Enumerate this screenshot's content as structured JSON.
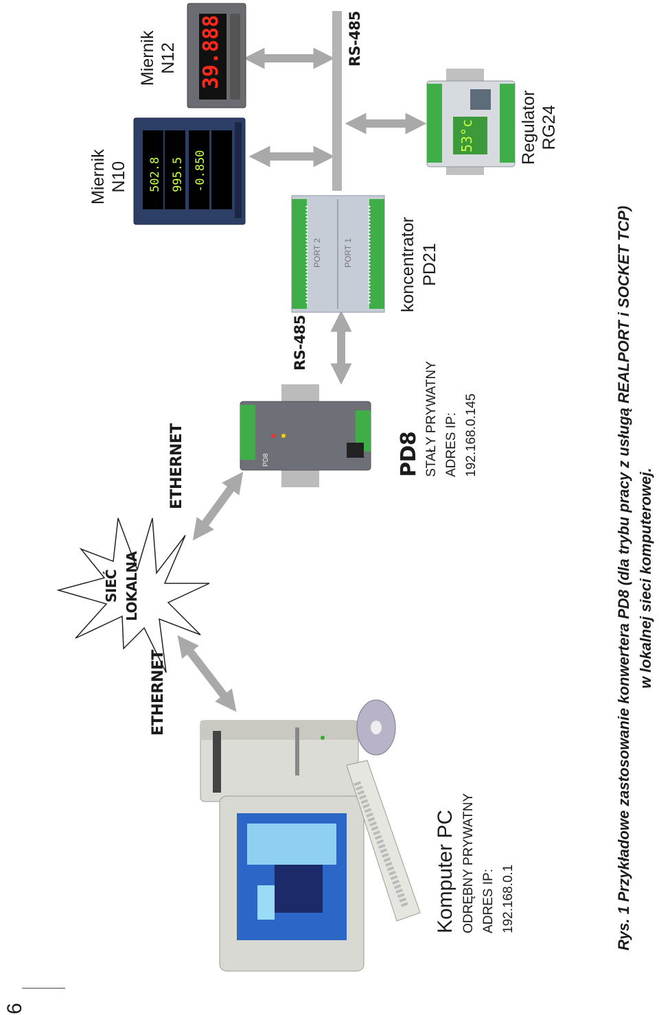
{
  "page_number": "6",
  "labels": {
    "ethernet_left": "ETHERNET",
    "ethernet_right": "ETHERNET",
    "siec": "SIEĆ",
    "lokalna": "LOKALNA",
    "rs485_pd8": "RS-485",
    "rs485_bus": "RS-485"
  },
  "pc": {
    "title": "Komputer PC",
    "line1": "ODRĘBNY PRYWATNY",
    "line2": "ADRES IP:",
    "ip": "192.168.0.1"
  },
  "pd8": {
    "title": "PD8",
    "line1": "STAŁY PRYWATNY",
    "line2": "ADRES IP:",
    "ip": "192.168.0.145",
    "device_text": "PD8"
  },
  "n10": {
    "line1": "Miernik",
    "line2": "N10",
    "readings": [
      "502.8",
      "995.5",
      "-0.850"
    ]
  },
  "n12": {
    "line1": "Miernik",
    "line2": "N12",
    "reading": "39.888"
  },
  "pd21": {
    "line1": "koncentrator",
    "line2": "PD21",
    "port1": "PORT 1",
    "port2": "PORT 2"
  },
  "rg24": {
    "line1": "Regulator",
    "line2": "RG24",
    "reading": "53°c"
  },
  "caption": {
    "line1": "Rys. 1 Przykładowe zastosowanie konwertera PD8 (dla trybu pracy z usługą REALPORT i SOCKET TCP)",
    "line2": "w lokalnej sieci komputerowej."
  },
  "colors": {
    "arrow": "#a9a9a9",
    "bus": "#b3b3b3",
    "display_red": "#ff2a1a",
    "display_green": "#c8ff40",
    "terminal_green": "#3fae49"
  }
}
